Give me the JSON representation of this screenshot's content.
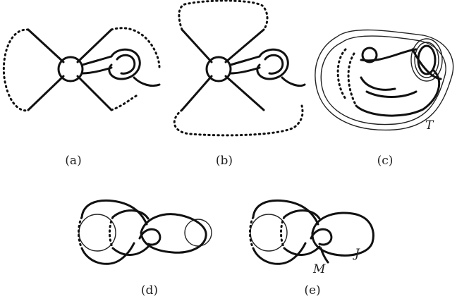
{
  "panels": [
    {
      "id": "a",
      "label": "(a)"
    },
    {
      "id": "b",
      "label": "(b)"
    },
    {
      "id": "c",
      "label": "(c)",
      "component_label": "T"
    },
    {
      "id": "d",
      "label": "(d)"
    },
    {
      "id": "e",
      "label": "(e)",
      "component_labels": [
        "M",
        "J"
      ]
    }
  ]
}
